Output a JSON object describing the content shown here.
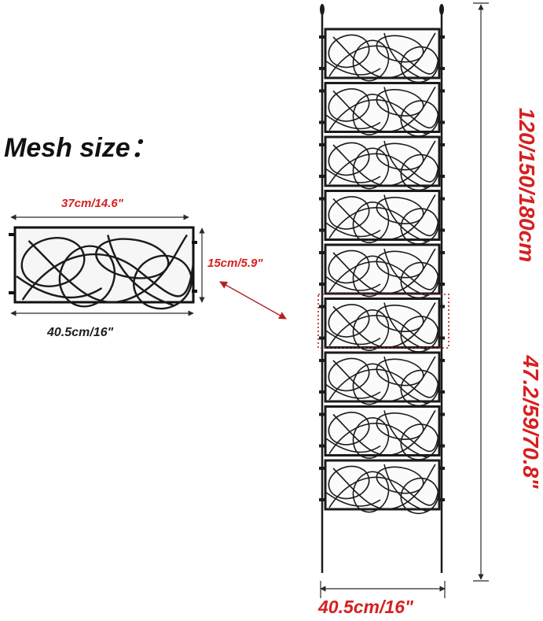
{
  "heading": "Mesh size：",
  "mesh": {
    "inner_width_label": "37cm/14.6\"",
    "outer_width_label": "40.5cm/16\"",
    "height_label": "15cm/5.9\""
  },
  "trellis": {
    "height_label": "120/150/180cm",
    "height_inches_label": "47.2/59/70.8\"",
    "width_label": "40.5cm/16\"",
    "panel_count": 9
  },
  "colors": {
    "label_red": "#d62020",
    "iron": "#1b1b1b",
    "highlight": "#b22222"
  }
}
